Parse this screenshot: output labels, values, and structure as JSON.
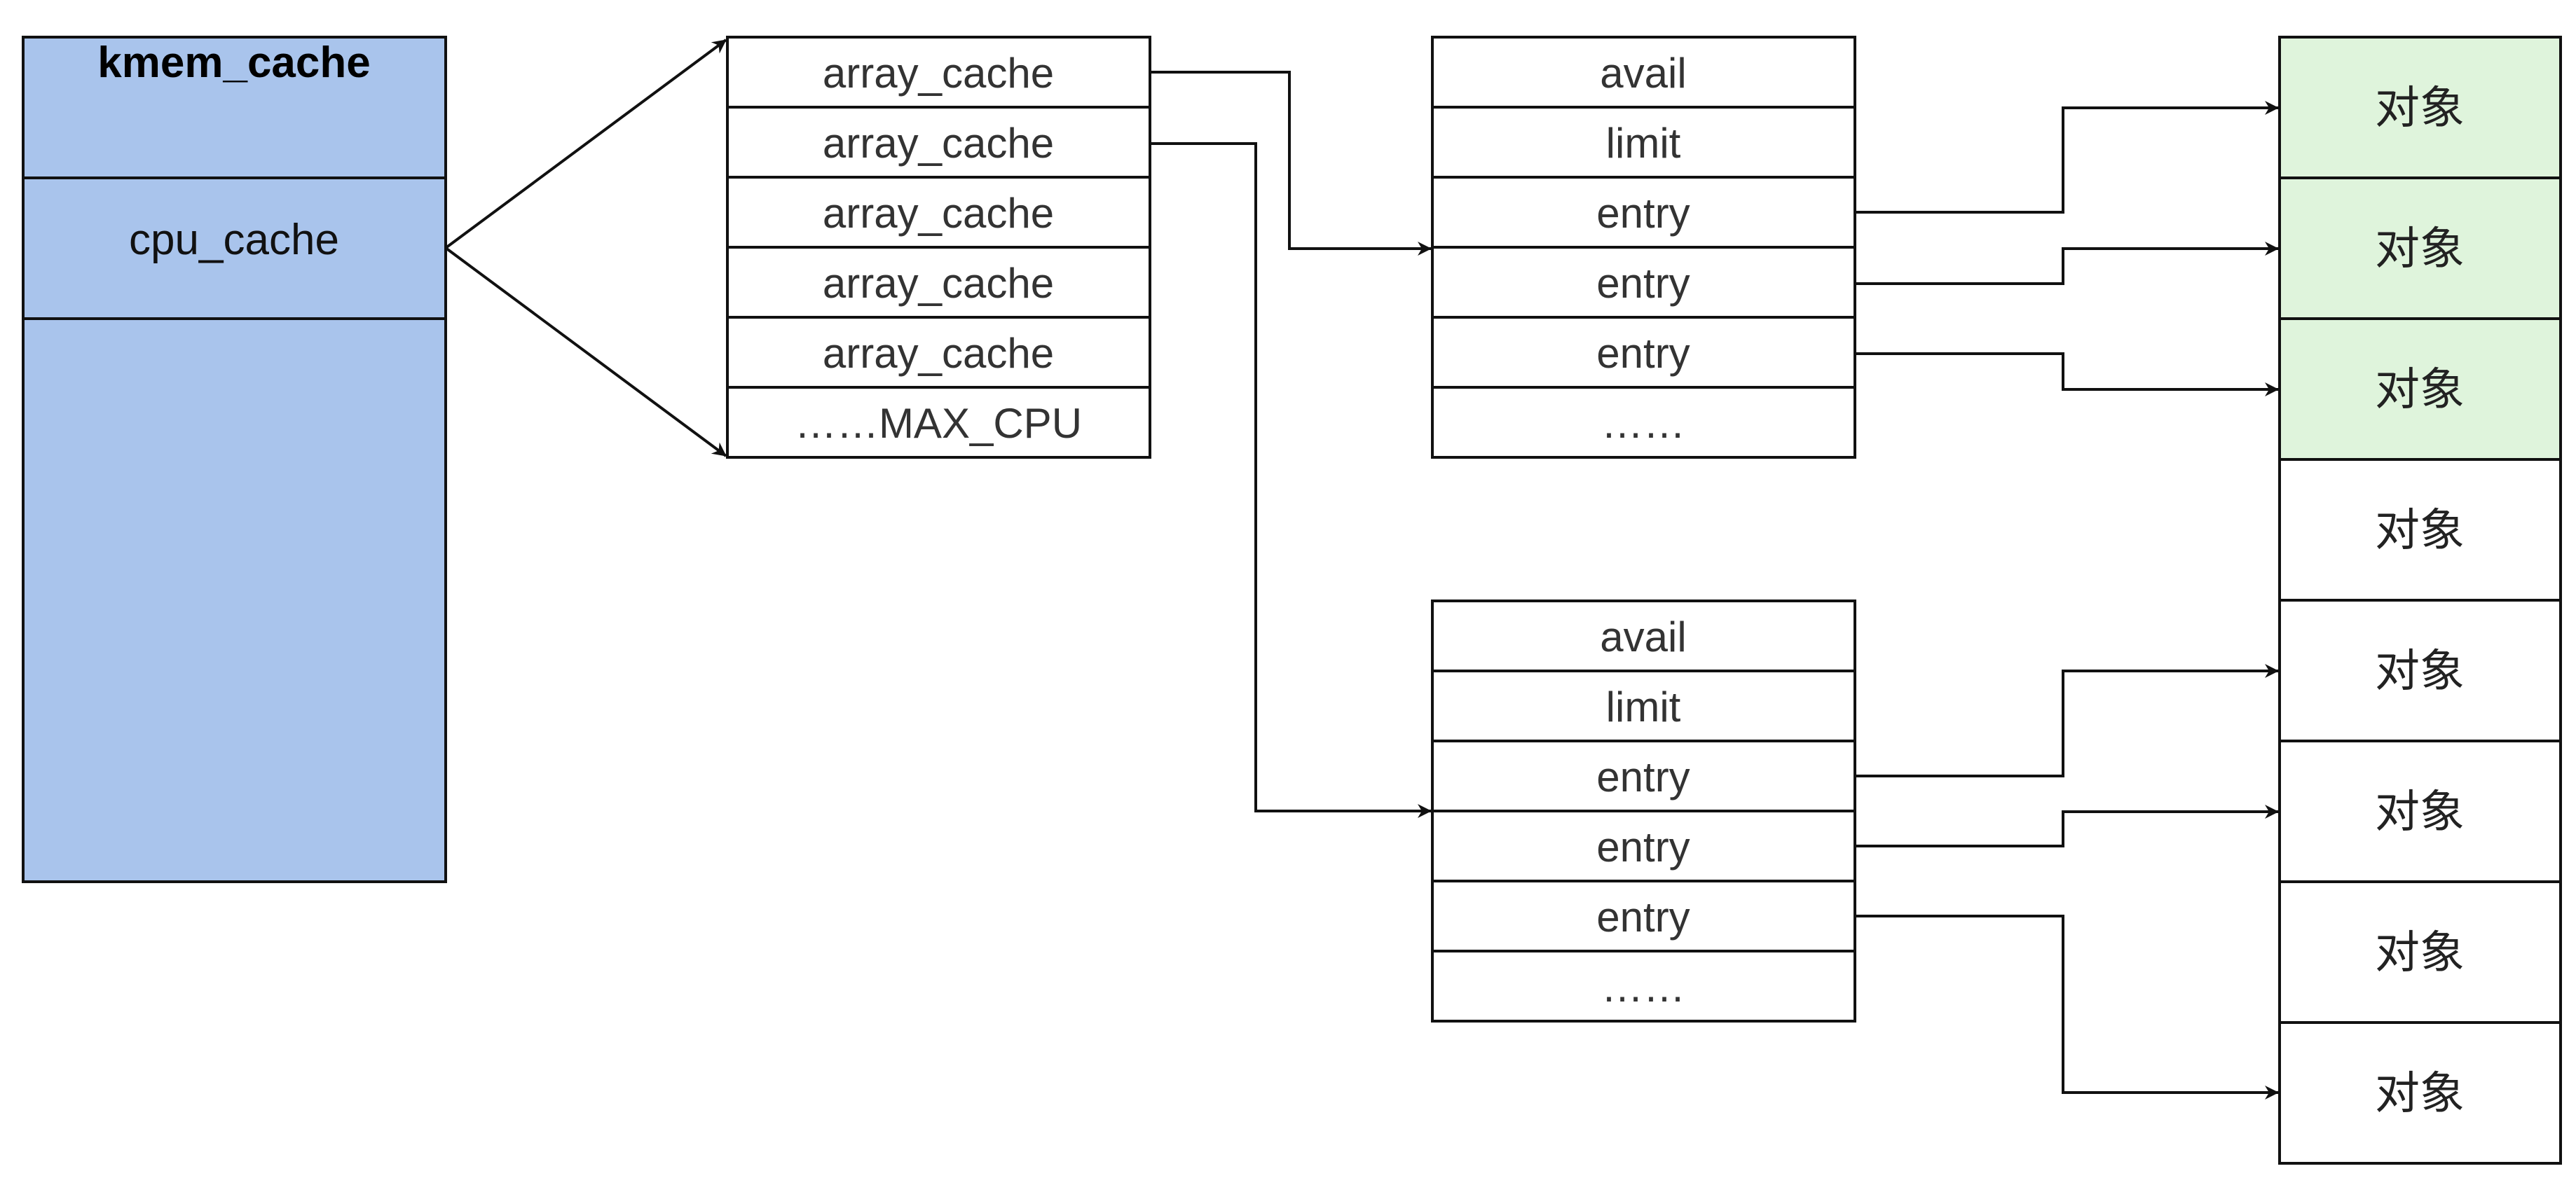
{
  "colors": {
    "kmem_fill": "#a9c4ec",
    "object_used_fill": "#dff4dc",
    "object_free_fill": "#ffffff",
    "stroke": "#111111"
  },
  "kmem_cache": {
    "title": "kmem_cache",
    "cpu_cache_label": "cpu_cache"
  },
  "cpu_array": {
    "rows": [
      "array_cache",
      "array_cache",
      "array_cache",
      "array_cache",
      "array_cache",
      "……MAX_CPU"
    ]
  },
  "array_cache_top": {
    "rows": [
      "avail",
      "limit",
      "entry",
      "entry",
      "entry",
      "……"
    ]
  },
  "array_cache_bottom": {
    "rows": [
      "avail",
      "limit",
      "entry",
      "entry",
      "entry",
      "……"
    ]
  },
  "objects": {
    "label": "对象",
    "count": 8,
    "used_count": 3
  }
}
